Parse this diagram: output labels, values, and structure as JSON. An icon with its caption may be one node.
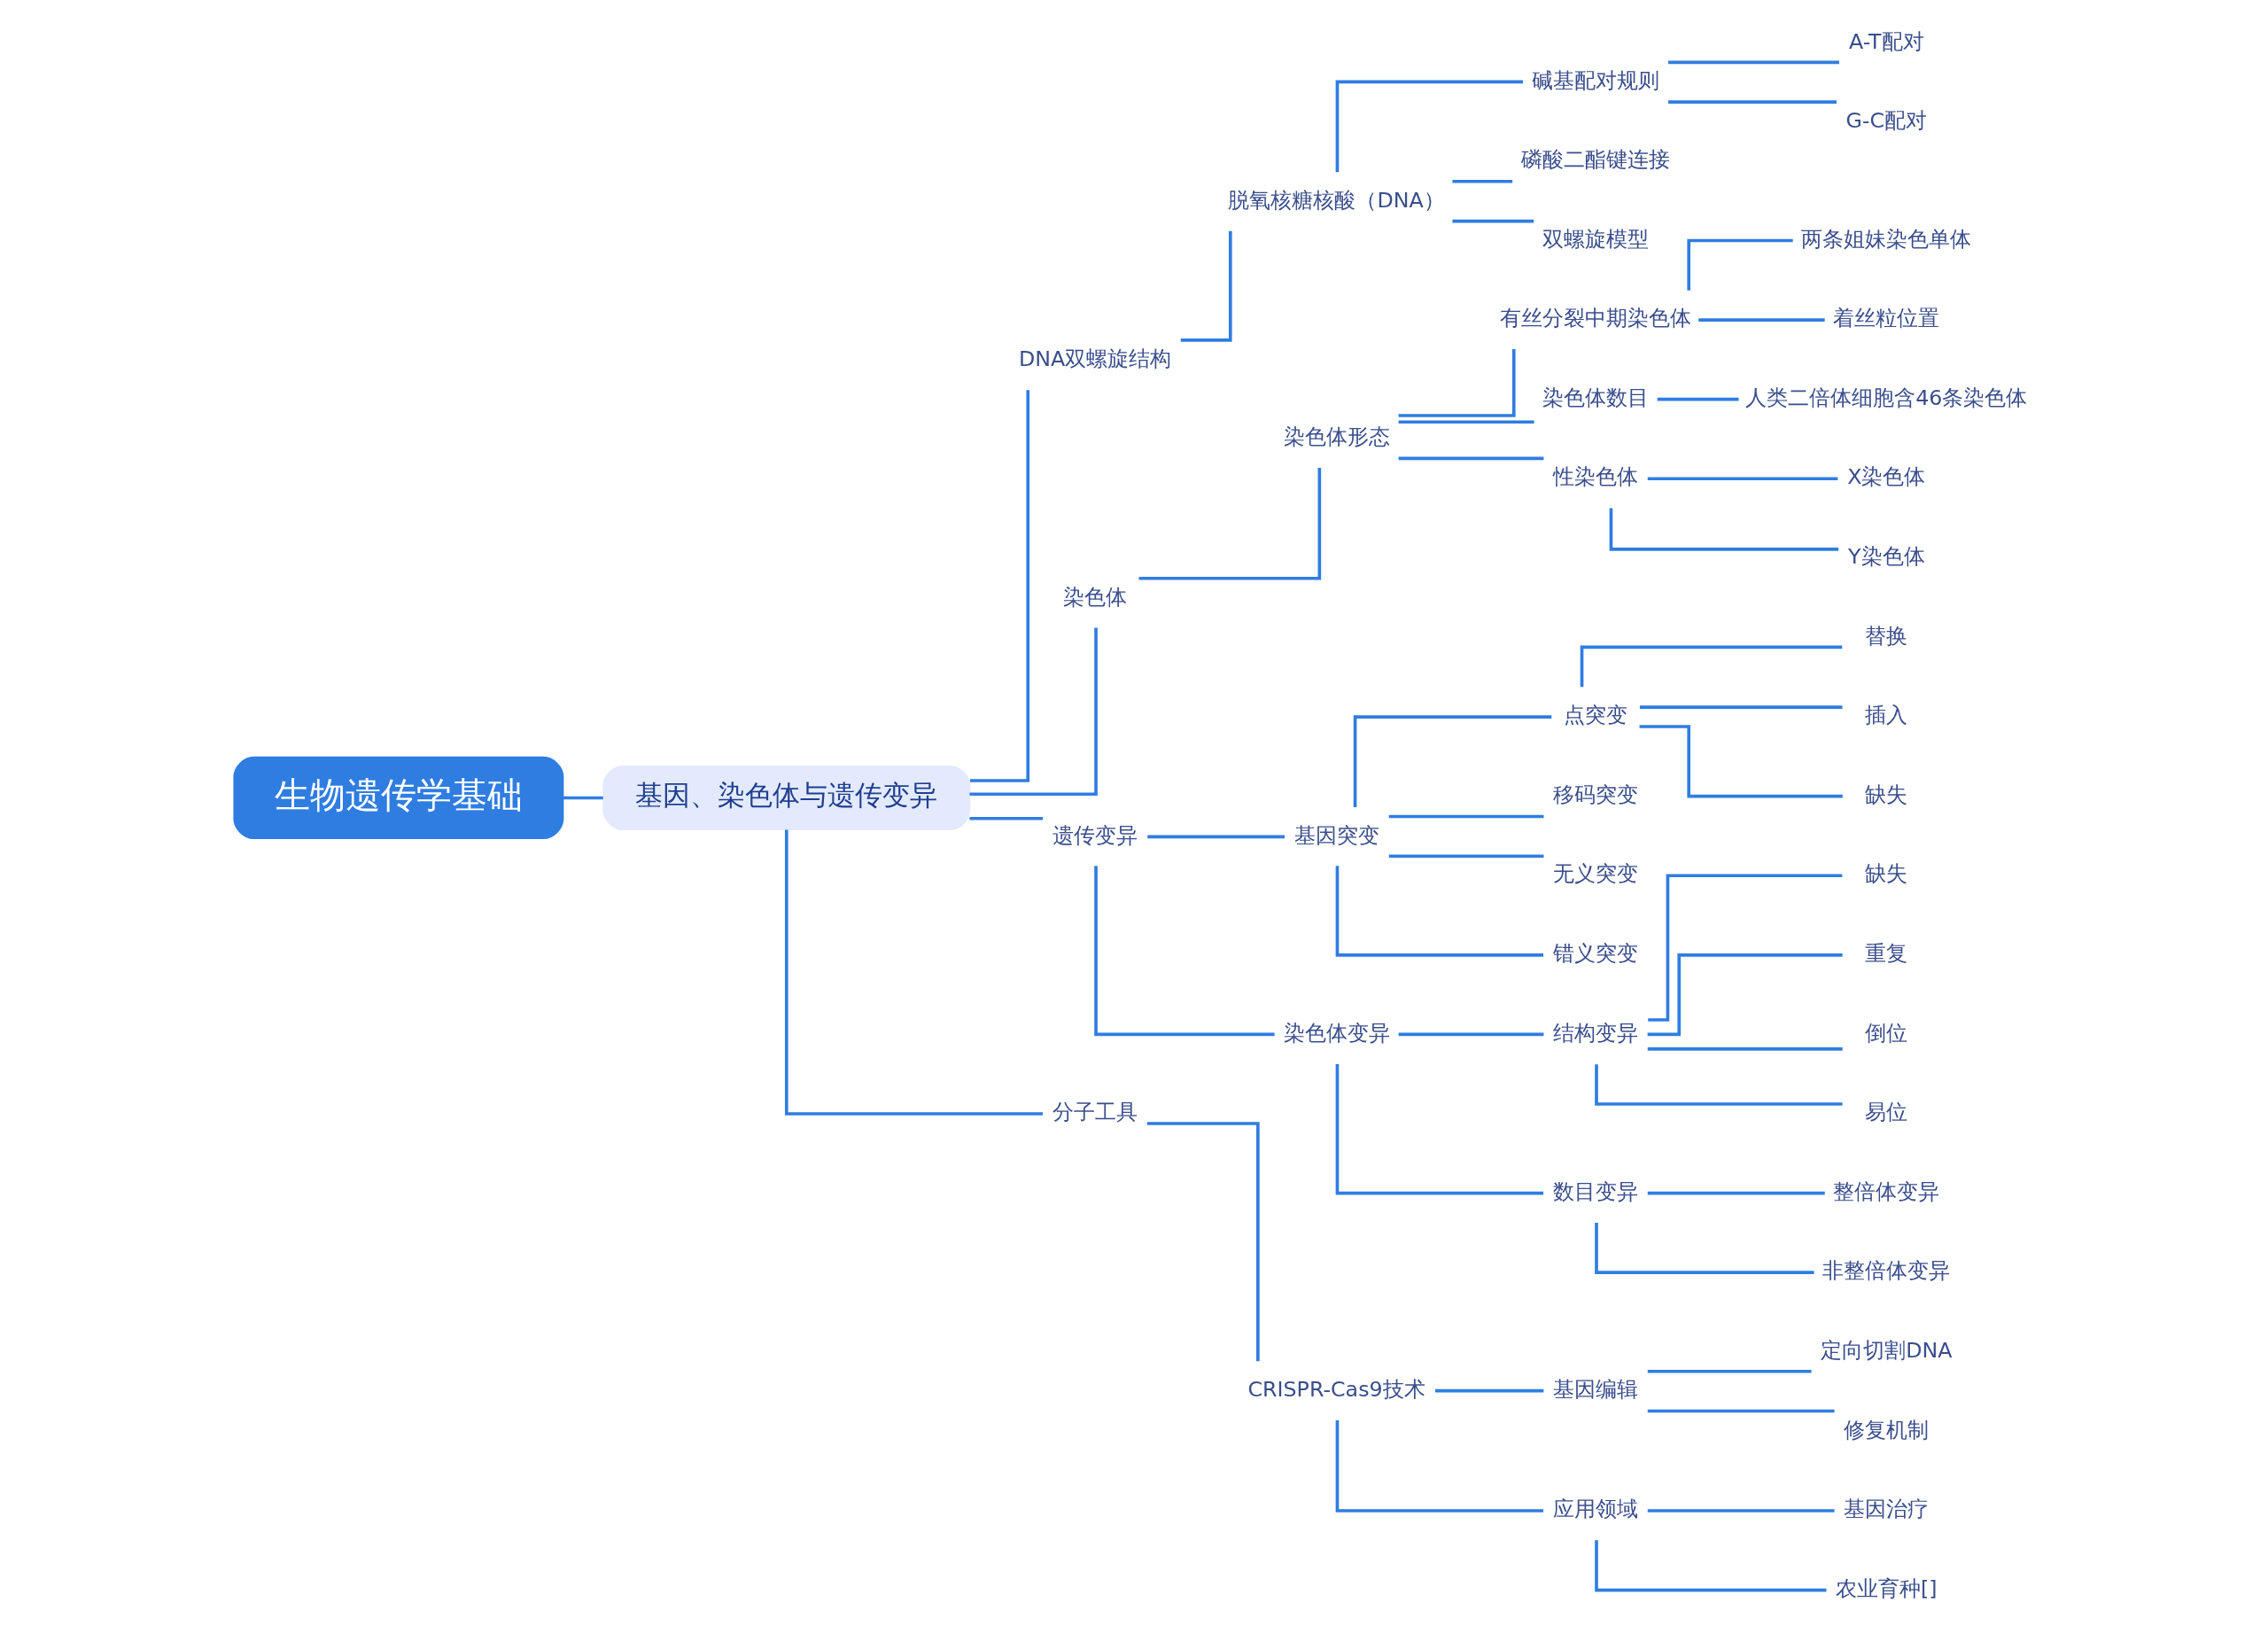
{
  "diagram": {
    "nodes": [
      {
        "text": [
          "生物遗传学基础"
        ]
      },
      {
        "text": [
          "基因、染色体与遗传变异"
        ]
      },
      {
        "text": [
          "DNA双螺旋结构"
        ]
      },
      {
        "text": [
          "脱氧核糖核酸（DNA）"
        ]
      },
      {
        "text": [
          "碱基配对规则"
        ]
      },
      {
        "text": [
          "A-T配对"
        ]
      },
      {
        "text": [
          "G-C配对"
        ]
      },
      {
        "text": [
          "磷酸二酯键连接"
        ]
      },
      {
        "text": [
          "双螺旋模型"
        ]
      },
      {
        "text": [
          "染色体"
        ]
      },
      {
        "text": [
          "染色体形态"
        ]
      },
      {
        "text": [
          "有丝分裂中期染色体"
        ]
      },
      {
        "text": [
          "两条姐妹染色单体"
        ]
      },
      {
        "text": [
          "着丝粒位置"
        ]
      },
      {
        "text": [
          "染色体数目"
        ]
      },
      {
        "text": [
          "人类二倍体细胞含46条染色体"
        ]
      },
      {
        "text": [
          "性染色体"
        ]
      },
      {
        "text": [
          "X染色体"
        ]
      },
      {
        "text": [
          "Y染色体"
        ]
      },
      {
        "text": [
          "遗传变异"
        ]
      },
      {
        "text": [
          "基因突变"
        ]
      },
      {
        "text": [
          "点突变"
        ]
      },
      {
        "text": [
          "替换"
        ]
      },
      {
        "text": [
          "插入"
        ]
      },
      {
        "text": [
          "缺失"
        ]
      },
      {
        "text": [
          "移码突变"
        ]
      },
      {
        "text": [
          "无义突变"
        ]
      },
      {
        "text": [
          "错义突变"
        ]
      },
      {
        "text": [
          "染色体变异"
        ]
      },
      {
        "text": [
          "结构变异"
        ]
      },
      {
        "text": [
          "缺失"
        ]
      },
      {
        "text": [
          "重复"
        ]
      },
      {
        "text": [
          "倒位"
        ]
      },
      {
        "text": [
          "易位"
        ]
      },
      {
        "text": [
          "数目变异"
        ]
      },
      {
        "text": [
          "整倍体变异"
        ]
      },
      {
        "text": [
          "非整倍体变异"
        ]
      },
      {
        "text": [
          "分子工具"
        ]
      },
      {
        "text": [
          "CRISPR-Cas9技术"
        ]
      },
      {
        "text": [
          "基因编辑"
        ]
      },
      {
        "text": [
          "定向切割DNA"
        ]
      },
      {
        "text": [
          "修复机制"
        ]
      },
      {
        "text": [
          "应用领域"
        ]
      },
      {
        "text": [
          "基因治疗"
        ]
      },
      {
        "text": [
          "农业育种[]"
        ]
      }
    ],
    "edges": [
      {
        "from": 0,
        "to": 1,
        "arrow": "none"
      },
      {
        "from": 1,
        "to": 2,
        "arrow": "none"
      },
      {
        "from": 2,
        "to": 3,
        "arrow": "none"
      },
      {
        "from": 3,
        "to": 4,
        "arrow": "none"
      },
      {
        "from": 4,
        "to": 5,
        "arrow": "none"
      },
      {
        "from": 4,
        "to": 6,
        "arrow": "none"
      },
      {
        "from": 3,
        "to": 7,
        "arrow": "none"
      },
      {
        "from": 3,
        "to": 8,
        "arrow": "none"
      },
      {
        "from": 1,
        "to": 9,
        "arrow": "none"
      },
      {
        "from": 9,
        "to": 10,
        "arrow": "none"
      },
      {
        "from": 10,
        "to": 11,
        "arrow": "none"
      },
      {
        "from": 11,
        "to": 12,
        "arrow": "none"
      },
      {
        "from": 11,
        "to": 13,
        "arrow": "none"
      },
      {
        "from": 10,
        "to": 14,
        "arrow": "none"
      },
      {
        "from": 14,
        "to": 15,
        "arrow": "none"
      },
      {
        "from": 10,
        "to": 16,
        "arrow": "none"
      },
      {
        "from": 16,
        "to": 17,
        "arrow": "none"
      },
      {
        "from": 16,
        "to": 18,
        "arrow": "none"
      },
      {
        "from": 1,
        "to": 19,
        "arrow": "none"
      },
      {
        "from": 19,
        "to": 20,
        "arrow": "none"
      },
      {
        "from": 20,
        "to": 21,
        "arrow": "none"
      },
      {
        "from": 21,
        "to": 22,
        "arrow": "none"
      },
      {
        "from": 21,
        "to": 23,
        "arrow": "none"
      },
      {
        "from": 21,
        "to": 24,
        "arrow": "none"
      },
      {
        "from": 20,
        "to": 25,
        "arrow": "none"
      },
      {
        "from": 20,
        "to": 26,
        "arrow": "none"
      },
      {
        "from": 20,
        "to": 27,
        "arrow": "none"
      },
      {
        "from": 19,
        "to": 28,
        "arrow": "none"
      },
      {
        "from": 28,
        "to": 29,
        "arrow": "none"
      },
      {
        "from": 29,
        "to": 30,
        "arrow": "none"
      },
      {
        "from": 29,
        "to": 31,
        "arrow": "none"
      },
      {
        "from": 29,
        "to": 32,
        "arrow": "none"
      },
      {
        "from": 29,
        "to": 33,
        "arrow": "none"
      },
      {
        "from": 28,
        "to": 34,
        "arrow": "none"
      },
      {
        "from": 34,
        "to": 35,
        "arrow": "none"
      },
      {
        "from": 34,
        "to": 36,
        "arrow": "none"
      },
      {
        "from": 1,
        "to": 37,
        "arrow": "none"
      },
      {
        "from": 37,
        "to": 38,
        "arrow": "none"
      },
      {
        "from": 38,
        "to": 39,
        "arrow": "none"
      },
      {
        "from": 39,
        "to": 40,
        "arrow": "none"
      },
      {
        "from": 39,
        "to": 41,
        "arrow": "none"
      },
      {
        "from": 38,
        "to": 42,
        "arrow": "none"
      },
      {
        "from": 42,
        "to": 43,
        "arrow": "none"
      },
      {
        "from": 42,
        "to": 44,
        "arrow": "none"
      }
    ]
  }
}
